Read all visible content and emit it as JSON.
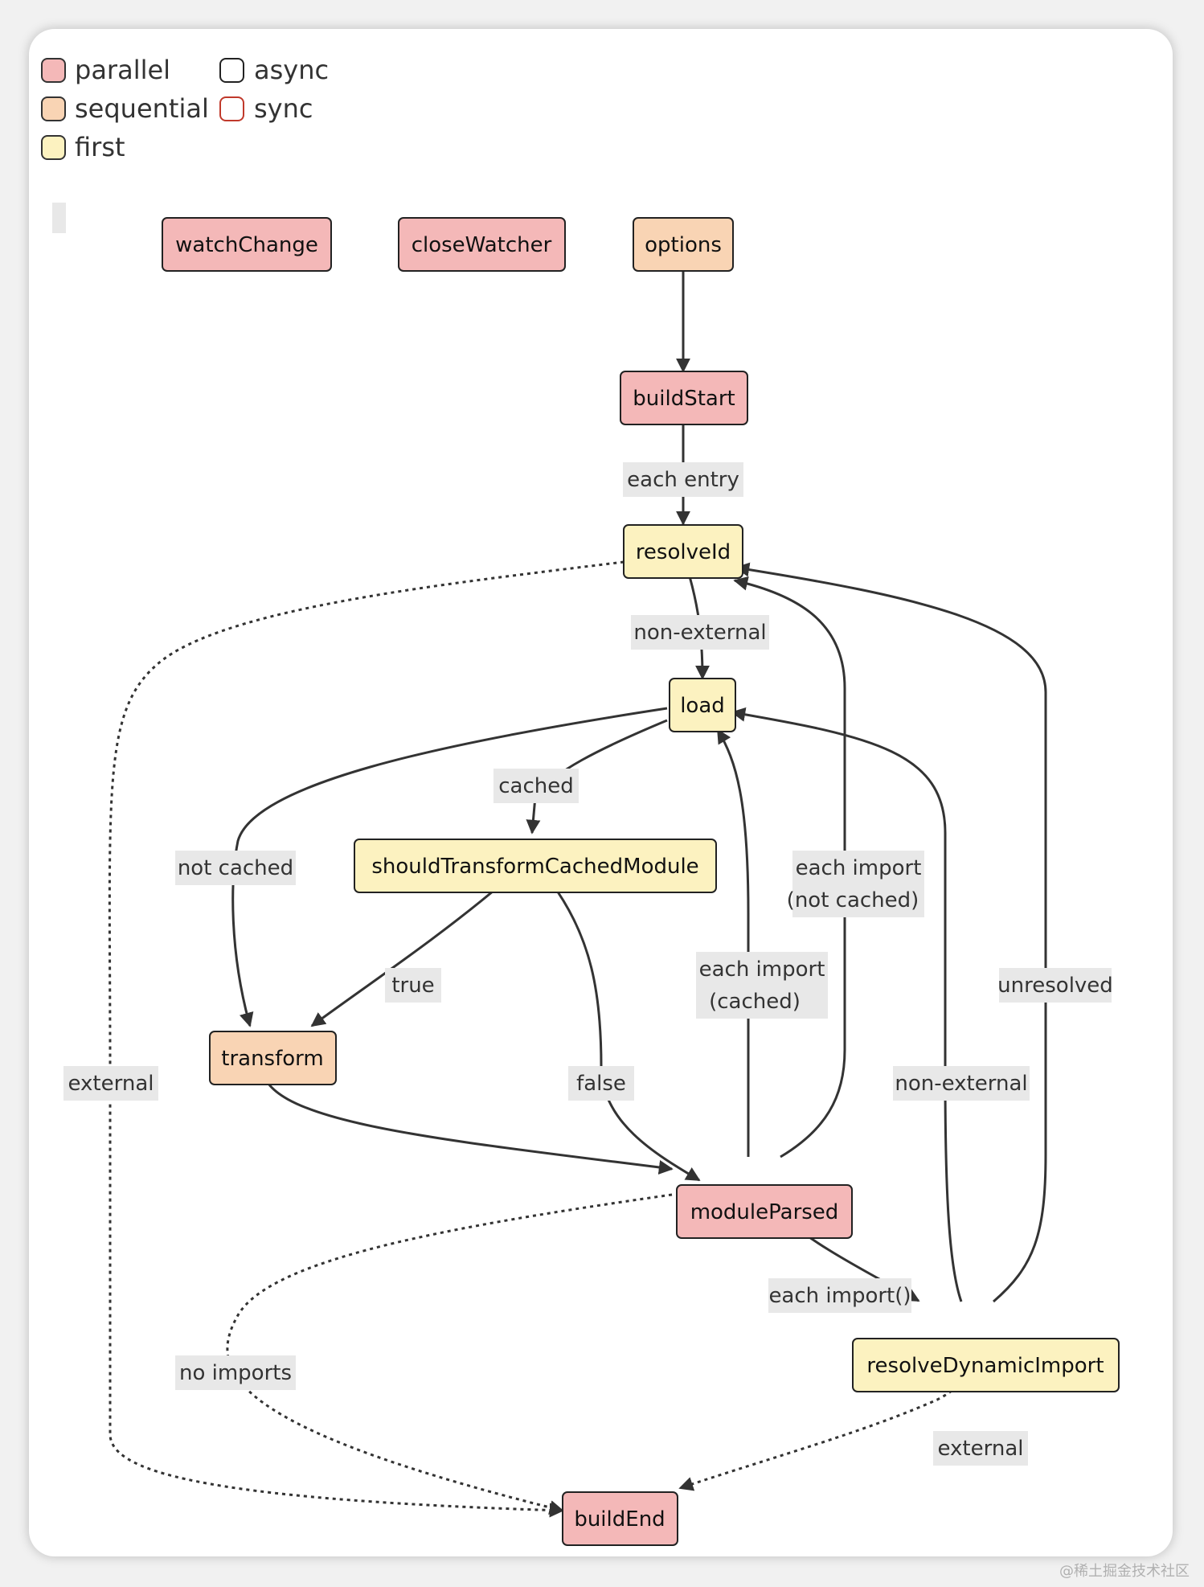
{
  "legend": {
    "items": [
      {
        "label": "parallel",
        "fill": "#f4b8b8",
        "stroke": "#333333"
      },
      {
        "label": "sequential",
        "fill": "#f9d4b4",
        "stroke": "#333333"
      },
      {
        "label": "first",
        "fill": "#fcf2c0",
        "stroke": "#333333"
      },
      {
        "label": "async",
        "fill": "#ffffff",
        "stroke": "#222222"
      },
      {
        "label": "sync",
        "fill": "#ffffff",
        "stroke": "#c0392b"
      }
    ]
  },
  "colors": {
    "parallel": "#f4b8b8",
    "sequential": "#f9d4b4",
    "first": "#fcf2c0",
    "edge_label_bg": "#e8e8e8"
  },
  "nodes": {
    "watchChange": {
      "label": "watchChange",
      "kind": "parallel"
    },
    "closeWatcher": {
      "label": "closeWatcher",
      "kind": "parallel"
    },
    "options": {
      "label": "options",
      "kind": "sequential"
    },
    "buildStart": {
      "label": "buildStart",
      "kind": "parallel"
    },
    "resolveId": {
      "label": "resolveId",
      "kind": "first"
    },
    "load": {
      "label": "load",
      "kind": "first"
    },
    "shouldTransformCachedModule": {
      "label": "shouldTransformCachedModule",
      "kind": "first"
    },
    "transform": {
      "label": "transform",
      "kind": "sequential"
    },
    "moduleParsed": {
      "label": "moduleParsed",
      "kind": "parallel"
    },
    "resolveDynamicImport": {
      "label": "resolveDynamicImport",
      "kind": "first"
    },
    "buildEnd": {
      "label": "buildEnd",
      "kind": "parallel"
    }
  },
  "edge_labels": {
    "each_entry": "each entry",
    "non_external_1": "non-external",
    "cached": "cached",
    "not_cached": "not cached",
    "true": "true",
    "false": "false",
    "each_import_not_cached_1": "each import",
    "each_import_not_cached_2": "(not cached)",
    "each_import_cached_1": "each import",
    "each_import_cached_2": "(cached)",
    "unresolved": "unresolved",
    "non_external_2": "non-external",
    "external_1": "external",
    "each_import_dynamic": "each import()",
    "no_imports": "no imports",
    "external_2": "external"
  },
  "watermark": "@稀土掘金技术社区"
}
